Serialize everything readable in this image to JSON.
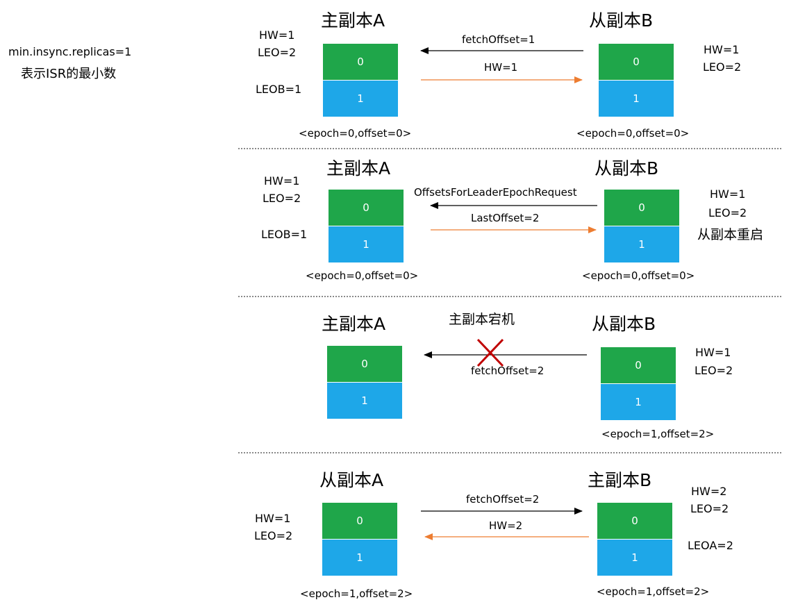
{
  "side_note": {
    "line1": "min.insync.replicas=1",
    "line2": "表示ISR的最小数"
  },
  "colors": {
    "log_entry_0": "#1fa64a",
    "log_entry_1": "#1ea7e8",
    "orange_arrow": "#ed7d31",
    "black_arrow": "#000000",
    "cross": "#c00000",
    "divider": "#888888"
  },
  "scenes": [
    {
      "left_title": "主副本A",
      "right_title": "从副本B",
      "left_notes": [
        "HW=1",
        "LEO=2",
        "LEOB=1"
      ],
      "right_notes": [
        "HW=1",
        "LEO=2"
      ],
      "left_cells": [
        "0",
        "1"
      ],
      "right_cells": [
        "0",
        "1"
      ],
      "left_epoch": "<epoch=0,offset=0>",
      "right_epoch": "<epoch=0,offset=0>",
      "top_msg": "fetchOffset=1",
      "bottom_msg": "HW=1"
    },
    {
      "left_title": "主副本A",
      "right_title": "从副本B",
      "left_notes": [
        "HW=1",
        "LEO=2",
        "LEOB=1"
      ],
      "right_notes": [
        "HW=1",
        "LEO=2"
      ],
      "right_caption": "从副本重启",
      "left_cells": [
        "0",
        "1"
      ],
      "right_cells": [
        "0",
        "1"
      ],
      "left_epoch": "<epoch=0,offset=0>",
      "right_epoch": "<epoch=0,offset=0>",
      "top_msg": "OffsetsForLeaderEpochRequest",
      "bottom_msg": "LastOffset=2"
    },
    {
      "left_title": "主副本A",
      "right_title": "从副本B",
      "middle_caption": "主副本宕机",
      "right_notes": [
        "HW=1",
        "LEO=2"
      ],
      "left_cells": [
        "0",
        "1"
      ],
      "right_cells": [
        "0",
        "1"
      ],
      "right_epoch": "<epoch=1,offset=2>",
      "msg": "fetchOffset=2"
    },
    {
      "left_title": "从副本A",
      "right_title": "主副本B",
      "left_notes": [
        "HW=1",
        "LEO=2"
      ],
      "right_notes": [
        "HW=2",
        "LEO=2",
        "LEOA=2"
      ],
      "left_cells": [
        "0",
        "1"
      ],
      "right_cells": [
        "0",
        "1"
      ],
      "left_epoch": "<epoch=1,offset=2>",
      "right_epoch": "<epoch=1,offset=2>",
      "top_msg": "fetchOffset=2",
      "bottom_msg": "HW=2"
    }
  ]
}
